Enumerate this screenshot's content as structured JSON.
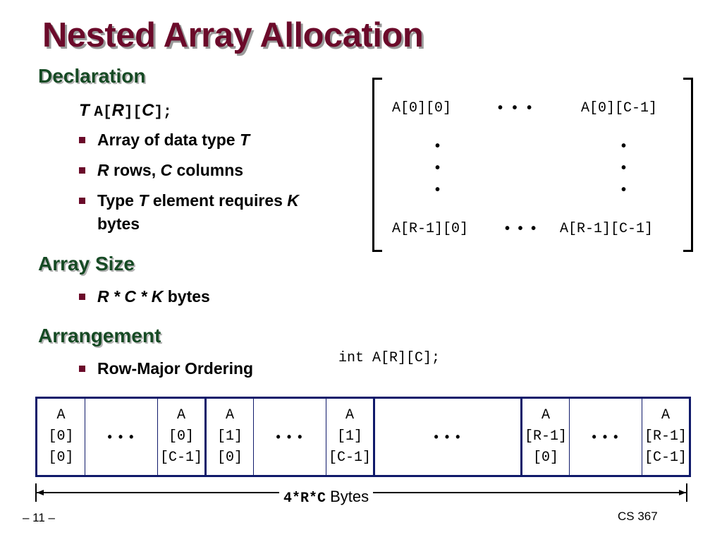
{
  "title": "Nested Array Allocation",
  "sections": {
    "declaration": "Declaration",
    "array_size": "Array Size",
    "arrangement": "Arrangement"
  },
  "declaration_line": {
    "t": "T",
    "a1": "A[",
    "r": "R",
    "mid": "][",
    "c": "C",
    "end": "];"
  },
  "bullets": {
    "b1_text": "Array of data type ",
    "b1_t": "T",
    "b2_r": "R",
    "b2_mid": " rows, ",
    "b2_c": "C",
    "b2_end": " columns",
    "b3_a": "Type ",
    "b3_t": "T",
    "b3_b": " element requires ",
    "b3_k": "K",
    "b3_c": "bytes",
    "size": {
      "r": "R",
      "s1": " * ",
      "c": "C",
      "s2": " * ",
      "k": "K",
      "end": " bytes"
    },
    "arrangement": "Row-Major Ordering"
  },
  "matrix": {
    "top_left": "A[0][0]",
    "top_dots": "• • •",
    "top_right": "A[0][C-1]",
    "vdot": "•",
    "bottom_left": "A[R-1][0]",
    "bottom_dots": "• • •",
    "bottom_right": "A[R-1][C-1]"
  },
  "code_decl": "int A[R][C];",
  "memory_cells": [
    "A\n[0]\n[0]",
    "• • •",
    "A\n[0]\n[C-1]",
    "A\n[1]\n[0]",
    "• • •",
    "A\n[1]\n[C-1]",
    "•   •   •",
    "A\n[R-1]\n[0]",
    "• • •",
    "A\n[R-1]\n[C-1]"
  ],
  "measure": {
    "expr": "4*R*C",
    "unit": " Bytes"
  },
  "footer": {
    "page": "– 11 –",
    "course": "CS 367"
  },
  "colors": {
    "title": "#6b0a2a",
    "section": "#164a24",
    "table_border": "#101a6a"
  }
}
